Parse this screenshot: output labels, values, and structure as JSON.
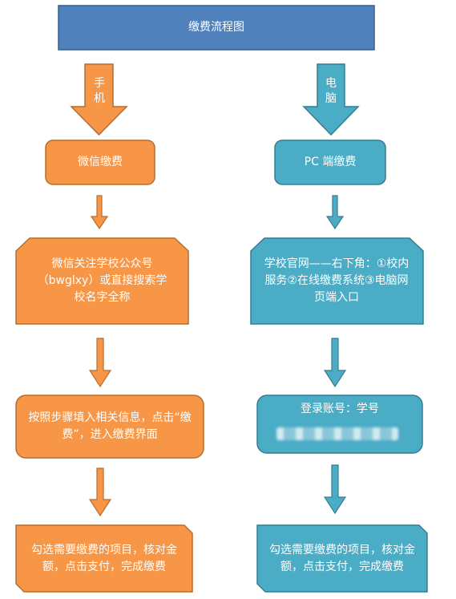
{
  "header": {
    "title": "缴费流程图"
  },
  "mobile": {
    "arrow_label_1": "手",
    "arrow_label_2": "机",
    "step1": "微信缴费",
    "step2": "微信关注学校公众号（bwglxy）或直接搜索学校名字全称",
    "step3": "按照步骤填入相关信息，点击“缴费”，进入缴费界面",
    "step4": "勾选需要缴费的项目，核对金额，点击支付，完成缴费"
  },
  "pc": {
    "arrow_label_1": "电",
    "arrow_label_2": "脑",
    "step1": "PC 端缴费",
    "step2": "学校官网——右下角：①校内服务②在线缴费系统③电脑网页端入口",
    "step3": "登录账号：学号",
    "step4": "勾选需要缴费的项目，核对金额，点击支付，完成缴费"
  },
  "colors": {
    "title_fill": "#4F81BD",
    "title_border": "#385D8A",
    "orange_fill": "#F79646",
    "orange_border": "#B66D31",
    "teal_fill": "#4BACC6",
    "teal_border": "#357D91"
  }
}
